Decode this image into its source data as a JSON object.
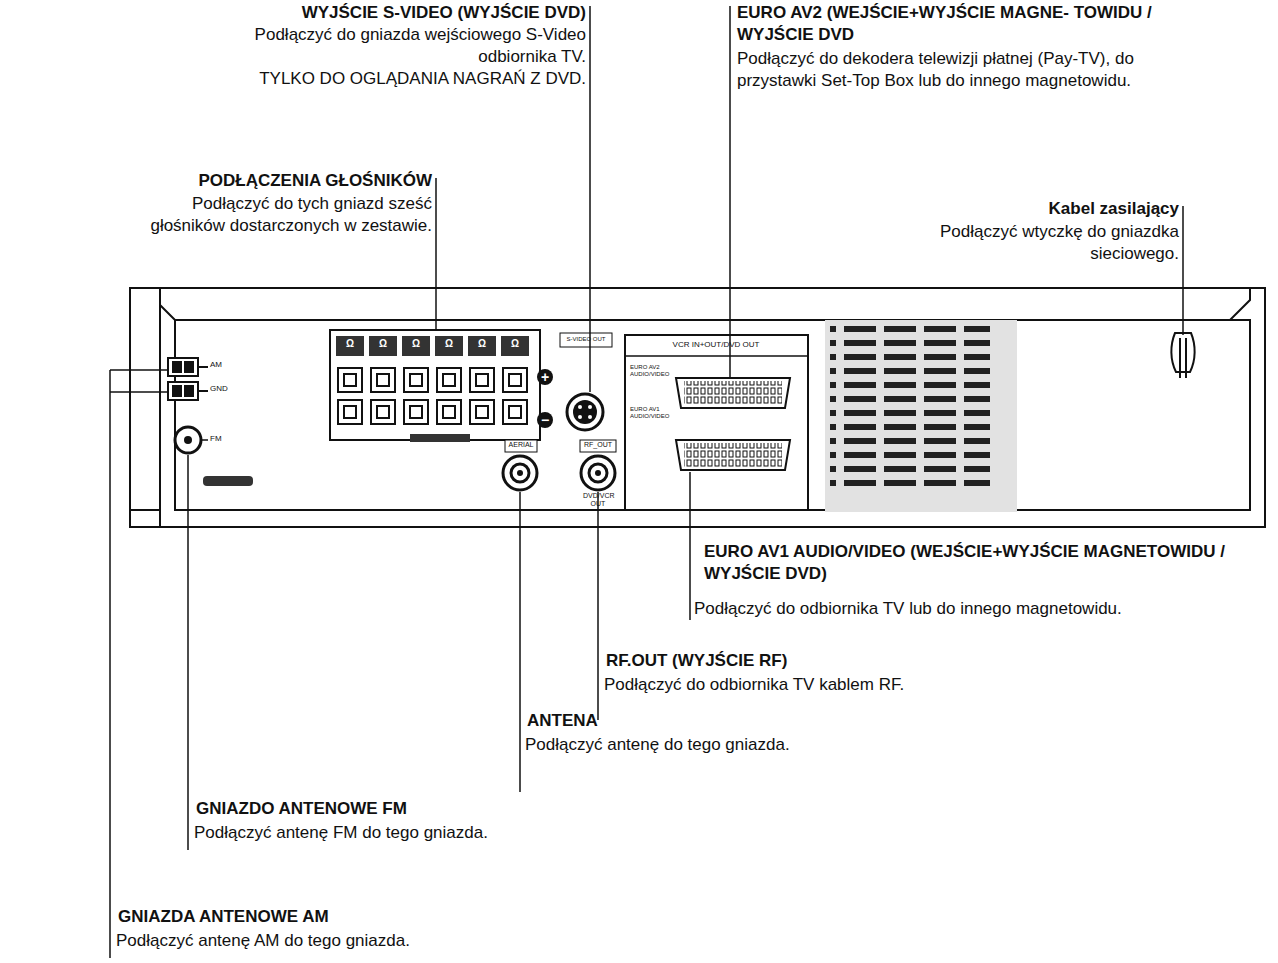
{
  "diagram": {
    "labels": [
      "WYJŚCIE S-VIDEO (WYJŚCIE DVD)",
      "Podłączyć do gniazda wejściowego S-Video odbiornika TV.",
      "TYLKO DO OGLĄDANIA NAGRAŃ Z DVD.",
      "EURO AV2 (WEJŚCIE+WYJŚCIE MAGNE- TOWIDU / WYJŚCIE DVD",
      "Podłączyć do dekodera telewizji płatnej (Pay-TV), do przystawki Set-Top Box lub do innego magnetowidu.",
      "PODŁĄCZENIA GŁOŚNIKÓW",
      "Podłączyć do tych gniazd sześć głośników dostarczonych w zestawie.",
      "Kabel zasilający",
      "Podłączyć wtyczkę do gniazdka sieciowego.",
      "EURO AV1 AUDIO/VIDEO (WEJŚCIE+WYJŚCIE MAGNETOWIDU / WYJŚCIE DVD)",
      "Podłączyć do odbiornika TV lub do innego magnetowidu.",
      "RF.OUT (WYJŚCIE RF)",
      "Podłączyć do odbiornika TV kablem RF.",
      "ANTENA",
      "Podłączyć antenę do tego gniazda.",
      "GNIAZDO ANTENOWE FM",
      "Podłączyć antenę FM do tego gniazda.",
      "GNIAZDA ANTENOWE AM",
      "Podłączyć antenę AM do tego gniazda.",
      "AM",
      "GND",
      "FM",
      "AERIAL",
      "RF_OUT",
      "DVD/VCR OUT",
      "S-VIDEO OUT",
      "VCR IN+OUT/DVD OUT",
      "EURO AV2 AUDIO/VIDEO",
      "EURO AV1 AUDIO/VIDEO",
      "Ω",
      "Ω",
      "Ω",
      "Ω",
      "Ω",
      "Ω",
      "+",
      "−"
    ]
  }
}
